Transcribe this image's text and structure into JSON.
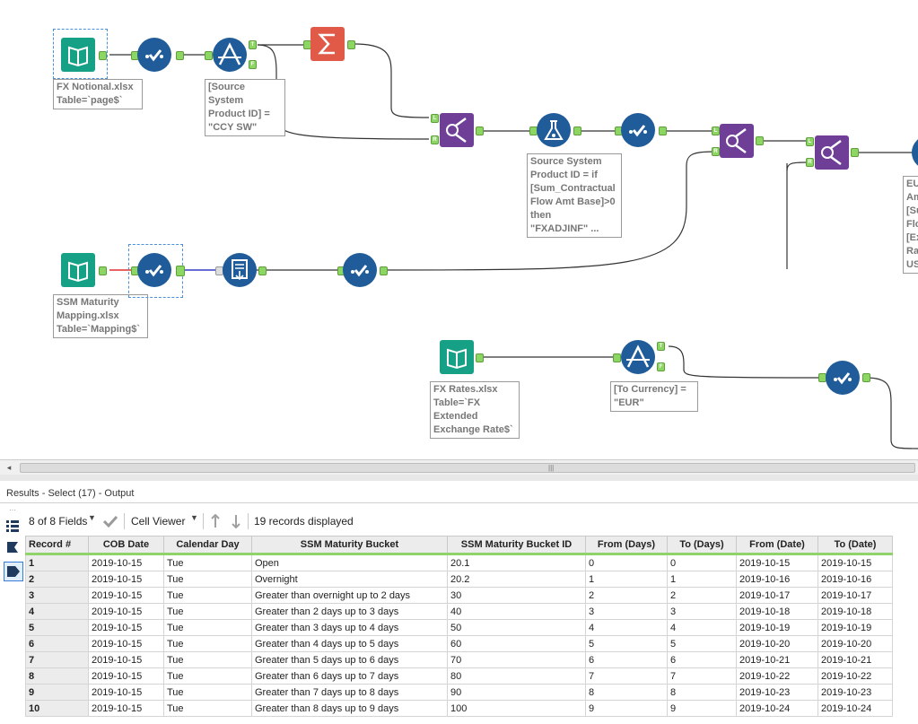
{
  "canvas": {
    "notes": {
      "fx_notional": "FX Notional.xlsx\nTable=`page$`",
      "filter_ccy": "[Source System\nProduct ID] =\n\"CCY SW\"",
      "formula": "Source System\nProduct ID = if\n[Sum_Contractual\nFlow Amt Base]>0\nthen\n\"FXADJINF\" ...",
      "partial_right": "EU\nAm\n[Su\nFlo\n[Ex\nRa\nUS",
      "ssm_mapping": "SSM Maturity\nMapping.xlsx\nTable=`Mapping$`",
      "fx_rates": "FX Rates.xlsx\nTable=`FX\nExtended\nExchange Rate$`",
      "filter_eur": "[To Currency] =\n\"EUR\""
    },
    "anchor_labels": {
      "true": "T",
      "false": "F",
      "left": "L",
      "right": "R"
    }
  },
  "colors": {
    "input_tool": "#16a085",
    "select_tool": "#1f5c99",
    "summarize_tool": "#e05a47",
    "join_tool": "#6f3f98",
    "anchor": "#8dd663",
    "header_underline": "#8fd36a"
  },
  "results": {
    "title": "Results - Select (17) - Output",
    "fields_label": "8 of 8 Fields",
    "viewer_label": "Cell Viewer",
    "records_label": "19 records displayed",
    "columns": [
      "Record #",
      "COB Date",
      "Calendar Day",
      "SSM Maturity Bucket",
      "SSM Maturity Bucket ID",
      "From (Days)",
      "To (Days)",
      "From (Date)",
      "To (Date)"
    ],
    "rows": [
      [
        "1",
        "2019-10-15",
        "Tue",
        "Open",
        "20.1",
        "0",
        "0",
        "2019-10-15",
        "2019-10-15"
      ],
      [
        "2",
        "2019-10-15",
        "Tue",
        "Overnight",
        "20.2",
        "1",
        "1",
        "2019-10-16",
        "2019-10-16"
      ],
      [
        "3",
        "2019-10-15",
        "Tue",
        "Greater than overnight up to 2 days",
        "30",
        "2",
        "2",
        "2019-10-17",
        "2019-10-17"
      ],
      [
        "4",
        "2019-10-15",
        "Tue",
        "Greater than 2 days up to 3 days",
        "40",
        "3",
        "3",
        "2019-10-18",
        "2019-10-18"
      ],
      [
        "5",
        "2019-10-15",
        "Tue",
        "Greater than 3 days up to 4 days",
        "50",
        "4",
        "4",
        "2019-10-19",
        "2019-10-19"
      ],
      [
        "6",
        "2019-10-15",
        "Tue",
        "Greater than 4 days up to 5 days",
        "60",
        "5",
        "5",
        "2019-10-20",
        "2019-10-20"
      ],
      [
        "7",
        "2019-10-15",
        "Tue",
        "Greater than 5 days up to 6 days",
        "70",
        "6",
        "6",
        "2019-10-21",
        "2019-10-21"
      ],
      [
        "8",
        "2019-10-15",
        "Tue",
        "Greater than 6 days up to 7 days",
        "80",
        "7",
        "7",
        "2019-10-22",
        "2019-10-22"
      ],
      [
        "9",
        "2019-10-15",
        "Tue",
        "Greater than 7 days up to 8 days",
        "90",
        "8",
        "8",
        "2019-10-23",
        "2019-10-23"
      ],
      [
        "10",
        "2019-10-15",
        "Tue",
        "Greater than 8 days up to 9 days",
        "100",
        "9",
        "9",
        "2019-10-24",
        "2019-10-24"
      ]
    ]
  }
}
